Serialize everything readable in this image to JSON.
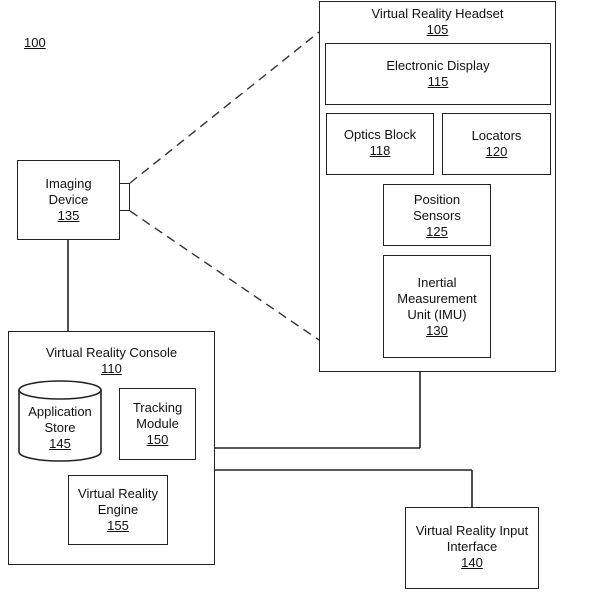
{
  "figure_ref": "100",
  "headset": {
    "title": "Virtual Reality Headset",
    "num": "105"
  },
  "display": {
    "title": "Electronic Display",
    "num": "115"
  },
  "optics": {
    "title": "Optics Block",
    "num": "118"
  },
  "locators": {
    "title": "Locators",
    "num": "120"
  },
  "position_sensors": {
    "line1": "Position",
    "line2": "Sensors",
    "num": "125"
  },
  "imu": {
    "line1": "Inertial",
    "line2": "Measurement",
    "line3": "Unit (IMU)",
    "num": "130"
  },
  "imaging": {
    "line1": "Imaging",
    "line2": "Device",
    "num": "135"
  },
  "console": {
    "title": "Virtual Reality Console",
    "num": "110"
  },
  "app_store": {
    "line1": "Application",
    "line2": "Store",
    "num": "145"
  },
  "tracking": {
    "line1": "Tracking",
    "line2": "Module",
    "num": "150"
  },
  "engine": {
    "line1": "Virtual Reality",
    "line2": "Engine",
    "num": "155"
  },
  "input": {
    "line1": "Virtual Reality Input",
    "line2": "Interface",
    "num": "140"
  }
}
